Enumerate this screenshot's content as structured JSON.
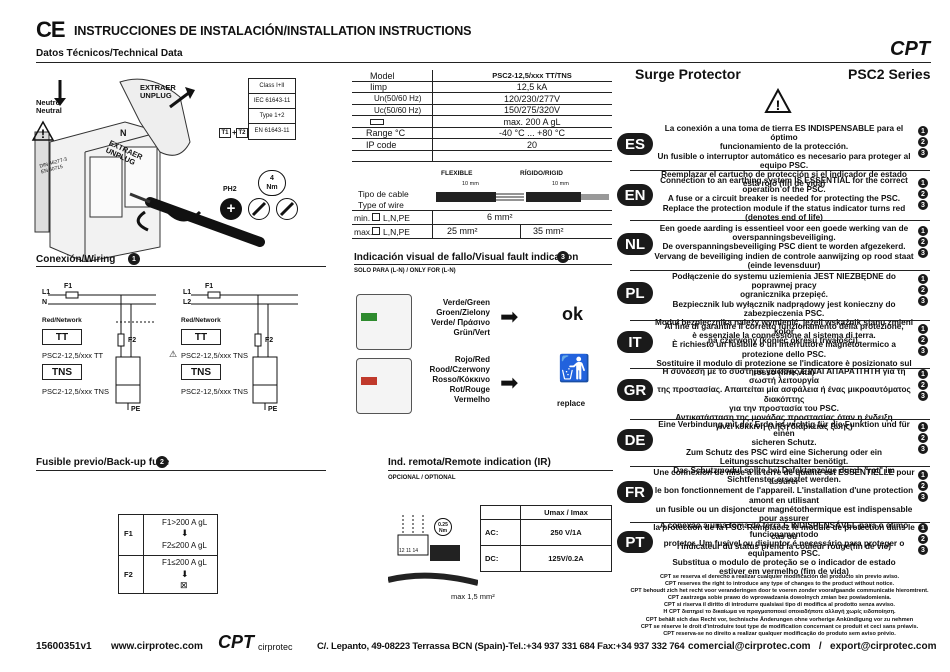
{
  "header": {
    "title": "INSTRUCCIONES DE INSTALACIÓN/INSTALLATION INSTRUCTIONS",
    "ce_mark": "CE",
    "subtitle": "Datos Técnicos/Technical Data",
    "logo": "CPT"
  },
  "device_labels": {
    "extraer_top": "EXTRAER\nUNPLUG",
    "extraer_side": "EXTRAER\nUNPLUG",
    "neutro": "Neutro\nNeutral",
    "n_mark": "N",
    "din": "DIN 46277-3\nEN 60715",
    "ph2": "PH2",
    "torque": "4\nNm",
    "t1": "T1",
    "plus": "+",
    "t2": "T2"
  },
  "class_box": {
    "lines": [
      "Class I+II",
      "IEC 61643-11",
      "Type 1+2",
      "EN 61643-11"
    ]
  },
  "spec_table": {
    "model_label": "Model",
    "model_value": "PSC2-12,5/xxx TT/TNS",
    "rows": [
      {
        "label": "Iimp",
        "value": "12,5 kA"
      },
      {
        "label": "Un(50/60 Hz)",
        "value": "120/230/277V"
      },
      {
        "label": "Uc(50/60 Hz)",
        "value": "150/275/320V"
      },
      {
        "label": "fuse",
        "value": "max. 200 A gL"
      },
      {
        "label": "Range °C",
        "value": "-40 °C ... +80 °C"
      },
      {
        "label": "IP code",
        "value": "20"
      }
    ],
    "flexible": "FLEXIBLE",
    "rigid": "RÍGIDO/RIGID",
    "strip_len": "10 mm",
    "cable_type": "Tipo de cable\nType of wire",
    "min_label": "min.",
    "max_label": "max.",
    "term_label": "L,N,PE",
    "min_value": "6 mm²",
    "max_flex": "25 mm²",
    "max_rigid": "35 mm²"
  },
  "wiring": {
    "title": "Conexión/Wiring",
    "num": "1",
    "l1": "L1",
    "l2": "L2",
    "n": "N",
    "f1": "F1",
    "f2": "F2",
    "pe": "PE",
    "red": "Red/Network",
    "tt": "TT",
    "tns": "TNS",
    "left_tt": "PSC2-12,5/xxx TT",
    "left_tns": "PSC2-12,5/xxx TNS",
    "right_tt": "PSC2-12,5/xxx TNS",
    "right_tns": "PSC2-12,5/xxx TNS"
  },
  "visual": {
    "title": "Indicación visual de fallo/Visual fault indication",
    "num": "3",
    "solo": "SOLO PARA (L-N) / ONLY FOR (L-N)",
    "green": "Verde/Green\nGroen/Zielony\nVerde/ Πράσινο\nGrün/Vert",
    "red": "Rojo/Red\nRood/Czerwony\nRosso/Κόκκινο\nRot/Rouge\nVermelho",
    "ok": "ok",
    "replace": "replace"
  },
  "fuse": {
    "title": "Fusible previo/Back-up fuse",
    "num": "2",
    "f1": "F1",
    "f2": "F2",
    "r1a": "F1>200 A gL",
    "arrow": "⬇",
    "r1b": "F2≤200 A gL",
    "r2a": "F1≤200 A gL",
    "r2b": "⊠"
  },
  "remote": {
    "title": "Ind. remota/Remote indication (IR)",
    "opcional": "OPCIONAL / OPTIONAL",
    "torque": "0.25\nNm",
    "pins": "12 11 14",
    "umax": "Umax / Imax",
    "ac_label": "AC:",
    "ac_value": "250 V/1A",
    "dc_label": "DC:",
    "dc_value": "125V/0.2A",
    "max": "max 1,5 mm²"
  },
  "right": {
    "surge": "Surge Protector",
    "series": "PSC2 Series",
    "langs": [
      {
        "code": "ES",
        "text": "La conexión a una toma de tierra ES INDISPENSABLE para el óptimo\nfuncionamiento de la protección.\nUn fusible o interruptor automático es necesario para proteger al equipo PSC.\nReemplazar el cartucho de protección si el indicador de estado está rojo (fin de vida)"
      },
      {
        "code": "EN",
        "text": "Connection to an earthing system IS ESSENTIAL for the correct operation of the PSC.\nA fuse or a circuit breaker is needed for protecting the PSC.\nReplace the protection module if the status indicator turns red (denotes end of life)"
      },
      {
        "code": "NL",
        "text": "Een goede aarding is essentieel voor een goede werking van de\noverspanningsbeveiliging.\nDe overspanningsbeveiliging PSC dient te worden afgezekerd.\nVervang de beveiliging indien de controle aanwijzing op rood staat (einde levensduur)"
      },
      {
        "code": "PL",
        "text": "Podłączenie do systemu uziemienia JEST NIEZBĘDNE do poprawnej pracy\nogranicznika przepięć.\nBezpiecznik lub wyłącznik nadprądowy jest konieczny do zabezpieczenia PSC.\nModuł bezpiecznika należy wymienić, jeżeli wskaźnik stanu zmieni kolor\nna czerwony (koniec okresu trwałości)."
      },
      {
        "code": "IT",
        "text": "Al fine di garantire il corretto funzionamento della protezione,\nè essenziale la connessione al sistema di terra.\nÈ richiesto un fusibile o un interruttore magnetotermico a protezione dello PSC.\nSostituire il modulo di protezione se l'indicatore è posizionato sul rosso (fine vita)"
      },
      {
        "code": "GR",
        "text": "Η σύνδεση με το σύστημα γείωσης ΕΊΝΑΙ ΑΠΑΡΑΊΤΗΤΗ για τη σωστή λειτουργία\nτης προστασίας. Απαιτείται μία ασφάλεια ή ένας μικροαυτόματος διακόπτης\nγια την προστασία του PSC.\nΑντικατάσταση της μονάδας προστασίας όταν η ένδειξη\nγίνει κόκκινη (λήξη διάρκειας ζωής)"
      },
      {
        "code": "DE",
        "text": "Eine Verbindung mit der Erde ist wichtig für die Funktion und für einen\nsicheren Schutz.\nZum Schutz des PSC wird eine Sicherung oder ein Leitungsschutzschalter benötigt.\nDas Schutzmodul sollte bei Defektanzeige durch \"rot\" im Sichtfenster erseztet werden."
      },
      {
        "code": "FR",
        "text": "Une connexion de mise à la terre de qualité est ESSENTIELLE pour assurer\nle bon fonctionnement de l'appareil. L'installation d'une protection amont en utilisant\nun fusible ou un disjoncteur magnétothermique est indispensable pour assurer\nla protection de la PSC. Remplacez le module de protection dans le cas où\nl'indicateur du status prend la couleur rouge(fin de vie)"
      },
      {
        "code": "PT",
        "text": "A conexão a uma toma de terra É INDISPENSÁVEL para o ótimo funcionamentodo\nprotetor. Um fusível ou disjuntor é necessário para proteger o equipamento PSC.\nSubstitua o modulo de proteção se o indicador de estado\nestiver em vermelho (fim de vida)"
      }
    ],
    "legal": "CPT se reserva el derecho a realizar cualquier modificación del producto sin previo aviso.\nCPT reserves the right to introduce any type of changes to the product without notice.\nCPT behoudt zich het recht voor veranderingen door te voeren zonder voorafgaande communicatie hieromtrent.\nCPT zastrzega sobie prawo do wprowadzania dowolnych zmian bez powiadomienia.\nCPT si riserva il diritto di introdurre qualsiasi tipo di modifica al prodotto senza avviso.\nΗ CPT διατηρεί το δικαίωμα να πραγματοποιεί οποιαδήποτε αλλαγή χωρίς ειδοποίηση.\nCPT behält sich das Recht vor, technische Änderungen ohne vorherige Ankündigung vor zu nehmen\nCPT se réserve le droit d'introduire tout type de modification concernant ce produit et ceci sans préavis.\nCPT reserva-se no direito a realizar qualquer modificação do produto sem aviso prévio."
  },
  "footer": {
    "code": "15600351v1",
    "web": "www.cirprotec.com",
    "logo": "CPT",
    "logo_sub": "cirprotec",
    "address": "C/. Lepanto, 49-08223 Terrassa BCN (Spain)-Tel.:+34 937 331 684  Fax:+34 937 332 764",
    "email": "comercial@cirprotec.com   /   export@cirprotec.com"
  }
}
